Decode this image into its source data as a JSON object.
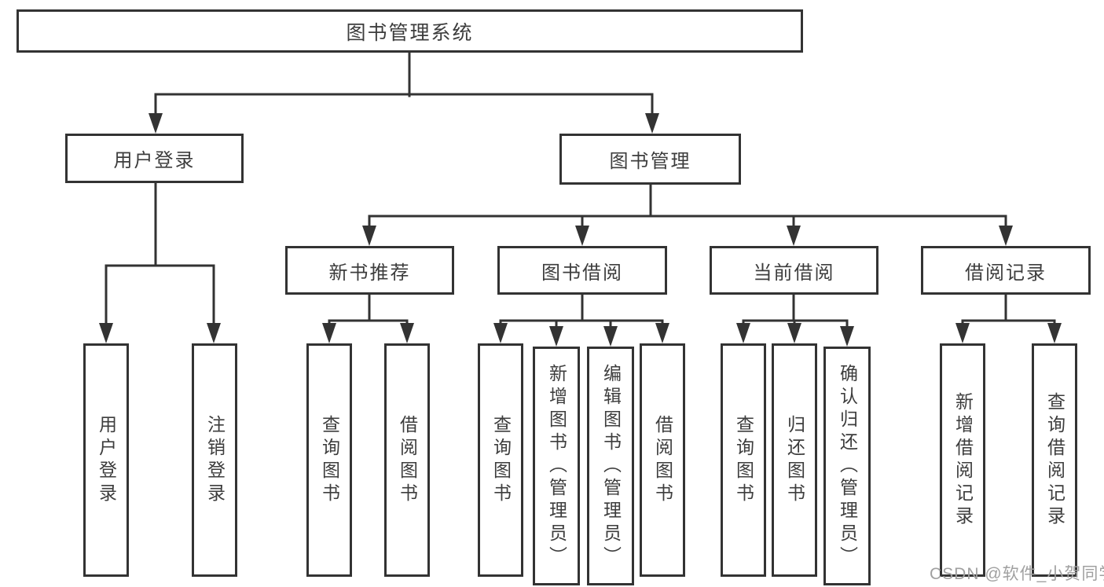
{
  "root": {
    "label": "图书管理系统"
  },
  "user_login": {
    "label": "用户登录",
    "children": [
      {
        "label": "用户登录"
      },
      {
        "label": "注销登录"
      }
    ]
  },
  "book_mgmt": {
    "label": "图书管理",
    "children": [
      {
        "label": "新书推荐",
        "children": [
          {
            "label": "查询图书"
          },
          {
            "label": "借阅图书"
          }
        ]
      },
      {
        "label": "图书借阅",
        "children": [
          {
            "label": "查询图书"
          },
          {
            "label": "新增图书（管理员）"
          },
          {
            "label": "编辑图书（管理员）"
          },
          {
            "label": "借阅图书"
          }
        ]
      },
      {
        "label": "当前借阅",
        "children": [
          {
            "label": "查询图书"
          },
          {
            "label": "归还图书"
          },
          {
            "label": "确认归还（管理员）"
          }
        ]
      },
      {
        "label": "借阅记录",
        "children": [
          {
            "label": "新增借阅记录"
          },
          {
            "label": "查询借阅记录"
          }
        ]
      }
    ]
  },
  "watermark": {
    "text": "CSDN @软件_小贺同学"
  },
  "colors": {
    "line": "#333333",
    "text": "#3d3d3d",
    "watermark": "#a0a0a0",
    "background": "#ffffff"
  }
}
